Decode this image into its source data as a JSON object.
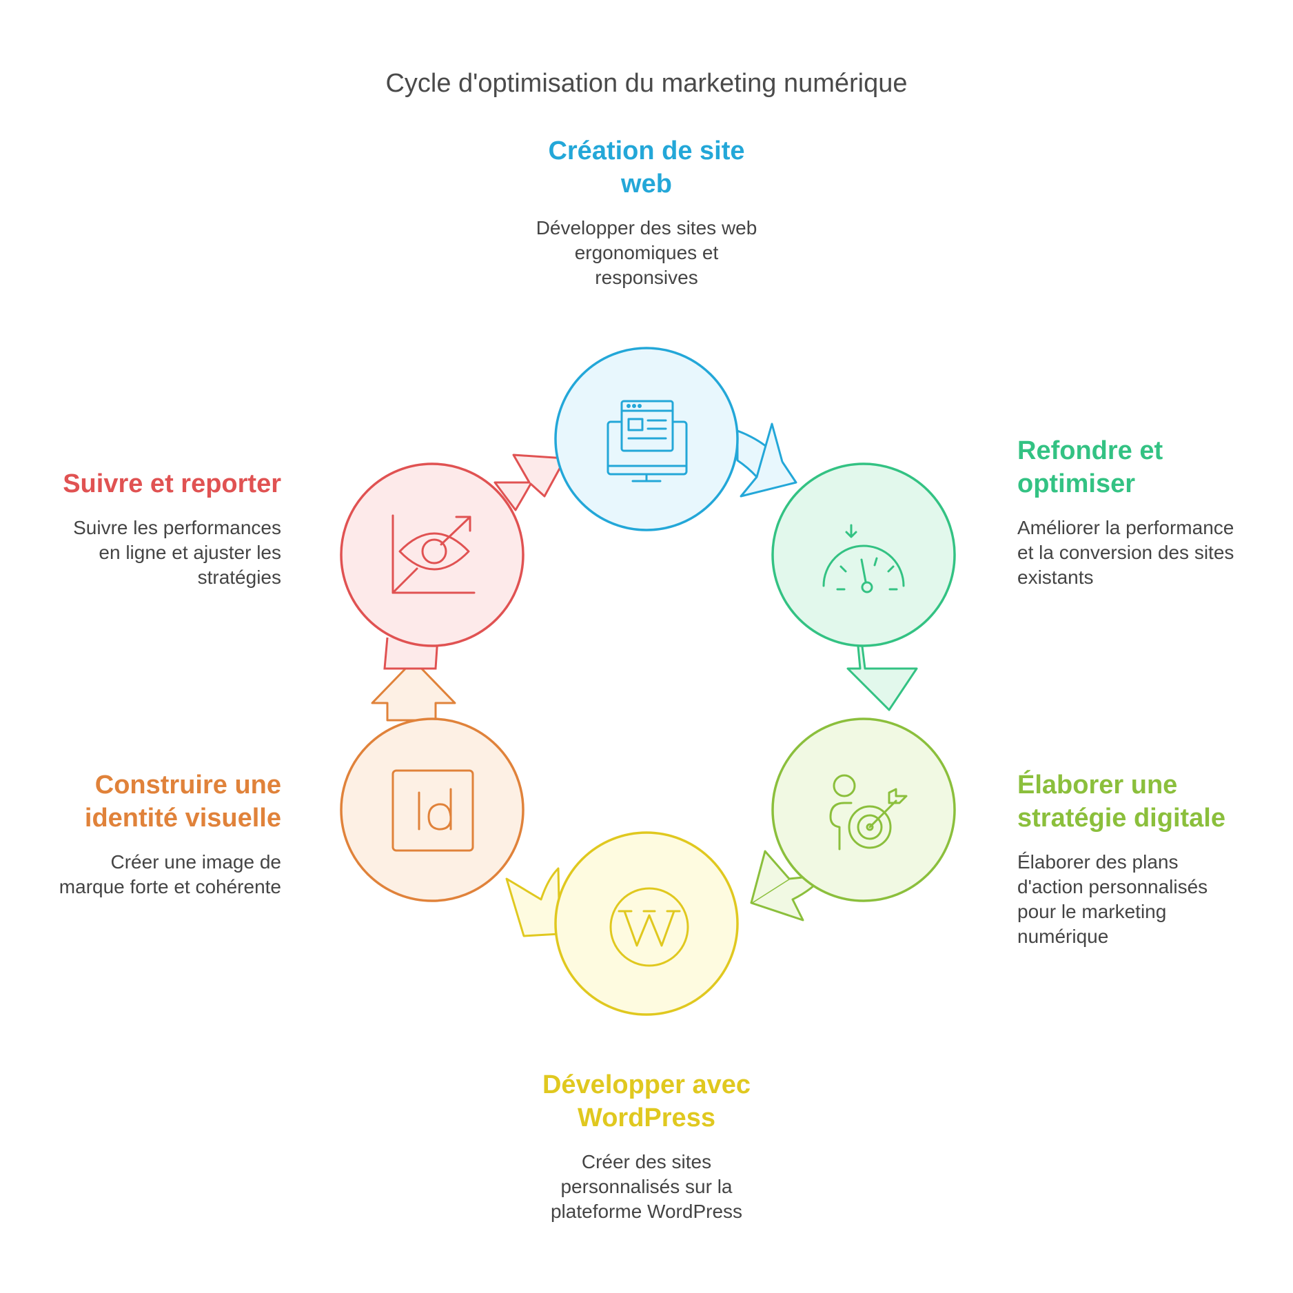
{
  "title": "Cycle d'optimisation du marketing numérique",
  "stages": [
    {
      "id": "creation",
      "title_lines": [
        "Création de site",
        "web"
      ],
      "desc_lines": [
        "Développer des sites web",
        "ergonomiques et",
        "responsives"
      ],
      "color": "#23a7d8",
      "fill": "#e8f7fd",
      "icon": "browser-window-icon"
    },
    {
      "id": "refondre",
      "title_lines": [
        "Refondre et",
        "optimiser"
      ],
      "desc_lines": [
        "Améliorer la performance",
        "et la conversion des sites",
        "existants"
      ],
      "color": "#33c283",
      "fill": "#e2f8ec",
      "icon": "speedometer-icon"
    },
    {
      "id": "strategie",
      "title_lines": [
        "Élaborer une",
        "stratégie digitale"
      ],
      "desc_lines": [
        "Élaborer des plans",
        "d'action personnalisés",
        "pour le marketing",
        "numérique"
      ],
      "color": "#8bbf3c",
      "fill": "#f1f9e3",
      "icon": "person-target-icon"
    },
    {
      "id": "wordpress",
      "title_lines": [
        "Développer avec",
        "WordPress"
      ],
      "desc_lines": [
        "Créer des sites",
        "personnalisés sur la",
        "plateforme WordPress"
      ],
      "color": "#e0c81f",
      "fill": "#fefbe0",
      "icon": "wordpress-icon"
    },
    {
      "id": "identite",
      "title_lines": [
        "Construire une",
        "identité visuelle"
      ],
      "desc_lines": [
        "Créer une image de",
        "marque forte et cohérente"
      ],
      "color": "#e0823a",
      "fill": "#fdf0e4",
      "icon": "indesign-icon"
    },
    {
      "id": "suivre",
      "title_lines": [
        "Suivre et reporter"
      ],
      "desc_lines": [
        "Suivre les performances",
        "en ligne et ajuster les",
        "stratégies"
      ],
      "color": "#e05252",
      "fill": "#fdeaea",
      "icon": "analytics-eye-icon"
    }
  ]
}
